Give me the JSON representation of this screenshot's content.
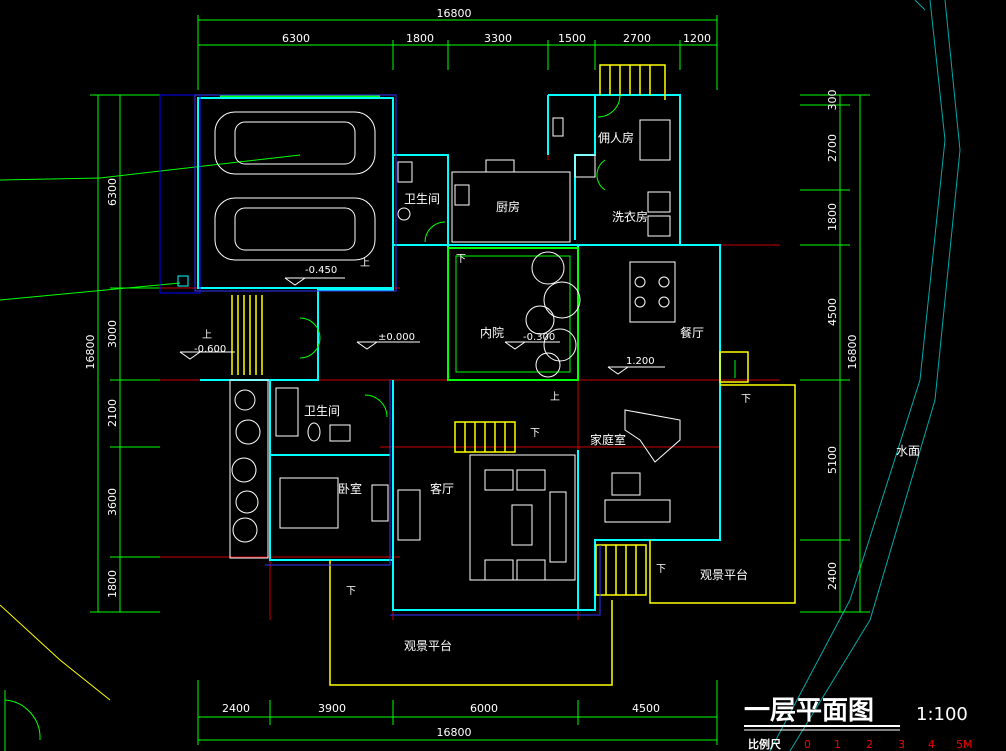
{
  "title": "一层平面图",
  "scale": "1:100",
  "scale_bar": {
    "label": "比例尺",
    "ticks": [
      "0",
      "1",
      "2",
      "3",
      "4",
      "5M"
    ]
  },
  "dims": {
    "top_total": "16800",
    "top": [
      "6300",
      "1800",
      "3300",
      "1500",
      "2700",
      "1200"
    ],
    "bottom": [
      "2400",
      "3900",
      "6000",
      "4500"
    ],
    "bottom_total": "16800",
    "left_total": "16800",
    "left": [
      "6300",
      "3000",
      "2100",
      "3600",
      "1800"
    ],
    "right_total": "16800",
    "right": [
      "300",
      "2700",
      "1800",
      "4500",
      "5100",
      "2400"
    ]
  },
  "rooms": {
    "servant": "佣人房",
    "bath1": "卫生间",
    "kitchen": "厨房",
    "laundry": "洗衣房",
    "courtyard": "内院",
    "dining": "餐厅",
    "bath2": "卫生间",
    "family": "家庭室",
    "bedroom": "卧室",
    "living": "客厅",
    "deck_right": "观景平台",
    "deck_bottom": "观景平台",
    "water": "水面"
  },
  "levels": {
    "garage": "-0.450",
    "entry": "-0.600",
    "hall": "±0.000",
    "courtyard": "-0.300",
    "dining": "1.200"
  },
  "stairs": {
    "up": "上",
    "down": "下"
  }
}
